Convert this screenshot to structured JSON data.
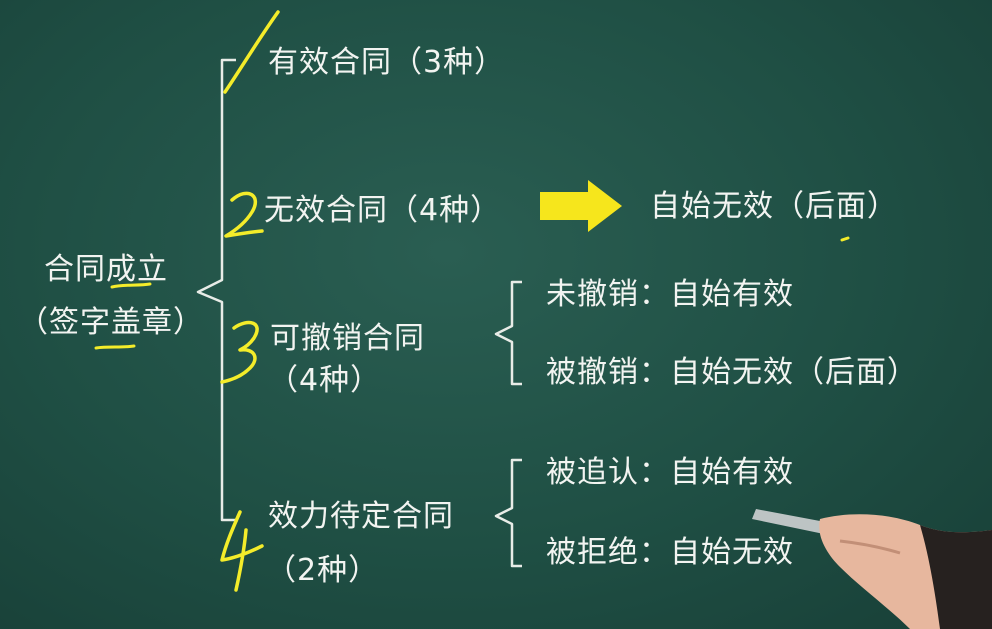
{
  "root": {
    "line1": "合同成立",
    "line2": "（签字盖章）"
  },
  "branches": [
    {
      "label": "有效合同（3种）",
      "mark": "1"
    },
    {
      "label": "无效合同（4种）",
      "mark": "2",
      "result": "自始无效（后面）"
    },
    {
      "label": "可撤销合同",
      "label2": "（4种）",
      "mark": "3",
      "sub": [
        "未撤销：自始有效",
        "被撤销：自始无效（后面）"
      ]
    },
    {
      "label": "效力待定合同",
      "label2": "（2种）",
      "mark": "4",
      "sub": [
        "被追认：自始有效",
        "被拒绝：自始无效"
      ]
    }
  ],
  "colors": {
    "board": "#1f4f44",
    "chalk": "#f2f4f1",
    "marker": "#f4ec2a",
    "arrow": "#f6e61c"
  }
}
